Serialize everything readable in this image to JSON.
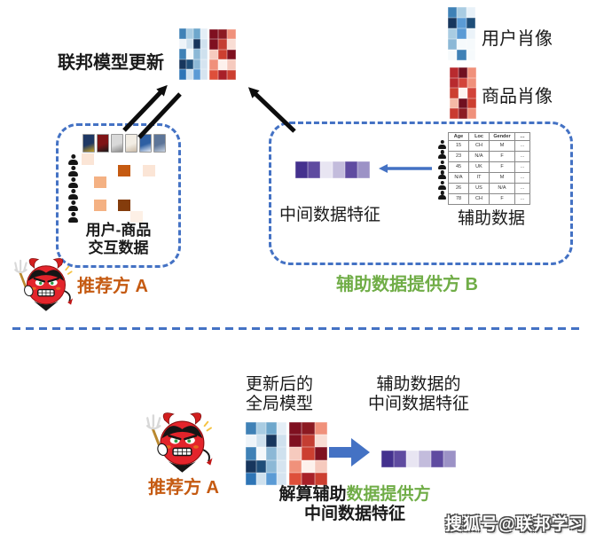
{
  "top": {
    "federated_update_label": "联邦模型更新",
    "user_portrait_label": "用户肖像",
    "item_portrait_label": "商品肖像",
    "party_a": {
      "interaction_label_line1": "用户-商品",
      "interaction_label_line2": "交互数据",
      "name": "推荐方 A"
    },
    "party_b": {
      "feature_label": "中间数据特征",
      "aux_data_label": "辅助数据",
      "name": "辅助数据提供方 B",
      "table": {
        "headers": [
          "Age",
          "Loc",
          "Gender",
          "…"
        ],
        "rows": [
          [
            "15",
            "CH",
            "M",
            "…"
          ],
          [
            "23",
            "N/A",
            "F",
            "…"
          ],
          [
            "45",
            "UK",
            "F",
            "…"
          ],
          [
            "N/A",
            "IT",
            "M",
            "…"
          ],
          [
            "26",
            "US",
            "N/A",
            "…"
          ],
          [
            "78",
            "CH",
            "F",
            "…"
          ]
        ]
      }
    }
  },
  "bottom": {
    "attacker_name": "推荐方 A",
    "global_model_label_line1": "更新后的",
    "global_model_label_line2": "全局模型",
    "feature_title_line1": "辅助数据的",
    "feature_title_line2": "中间数据特征",
    "caption_black": "解算辅助",
    "caption_green": "数据提供方",
    "caption_line2": "中间数据特征"
  },
  "watermark": "搜狐号@联邦学习",
  "colors": {
    "accent_blue": "#4472C4",
    "green": "#70AD47",
    "orange": "#C55A11",
    "arrow_black": "#0d0d0d"
  },
  "heatmaps": {
    "model_blue": [
      [
        "#3f81b6",
        "#a9cce2",
        "#6ea7cc",
        "#e4eef6"
      ],
      [
        "#eef4f9",
        "#cfe1ee",
        "#17365d",
        "#cfe1ee"
      ],
      [
        "#3f81b6",
        "#f4f8fb",
        "#8cb8d6",
        "#cfe1ee"
      ],
      [
        "#17365d",
        "#1f4e79",
        "#8cb8d6",
        "#d6e4f0"
      ],
      [
        "#2e75b6",
        "#cfe1ee",
        "#5b9bd5",
        "#d6e4f0"
      ]
    ],
    "model_red": [
      [
        "#7f1020",
        "#8c1a22",
        "#f0917b"
      ],
      [
        "#7f1020",
        "#c43e32",
        "#f9ddd4"
      ],
      [
        "#f6cabe",
        "#cc3f30",
        "#7f1020"
      ],
      [
        "#f0917b",
        "#fdf1ec",
        "#f6cabe"
      ],
      [
        "#de4f3a",
        "#a82028",
        "#cc3f30"
      ]
    ],
    "user_portrait": [
      [
        "#3f81b6",
        "#a9cce2",
        "#e8f1f8"
      ],
      [
        "#17365d",
        "#5b9bd5",
        "#1f4e79"
      ],
      [
        "#a9cce2",
        "#5b9bd5",
        "#ebf3f9"
      ],
      [
        "#8cb8d6",
        "#f6fafc",
        "#f6fafc"
      ],
      [
        "#f6fafc",
        "#3f81b6",
        "#f6fafc"
      ]
    ],
    "item_portrait": [
      [
        "#b82a2e",
        "#701020",
        "#f0917b"
      ],
      [
        "#b82a2e",
        "#d2443a",
        "#f0917b"
      ],
      [
        "#cc3f30",
        "#fdf4f0",
        "#d2443a"
      ],
      [
        "#f5b9a6",
        "#701020",
        "#cc3f30"
      ],
      [
        "#c93a30",
        "#8c1a22",
        "#f0917b"
      ]
    ],
    "feature_strip": [
      "#44318e",
      "#5f4ba0",
      "#e8e5f2",
      "#c3bcdc",
      "#5f4ba0",
      "#9c92c6"
    ],
    "interaction": [
      [
        "#fbe5d6",
        null,
        null,
        null,
        null,
        null
      ],
      [
        null,
        null,
        null,
        "#c55a11",
        null,
        "#fbe5d6"
      ],
      [
        null,
        "#f4b183",
        null,
        null,
        null,
        null
      ],
      [
        null,
        null,
        null,
        null,
        null,
        null
      ],
      [
        null,
        "#f4b183",
        null,
        "#843c0c",
        null,
        null
      ],
      [
        null,
        null,
        null,
        null,
        "#fdf0e6",
        null
      ]
    ],
    "books": [
      [
        "#1f3864",
        "#c9a227"
      ],
      [
        "#7f1416",
        "#1a1a1a"
      ],
      [
        "#d9d9d9",
        "#8a8a8a"
      ],
      [
        "#f2ede4",
        "#c9b9a6"
      ],
      [
        "#2e5fa3",
        "#e8eef8"
      ],
      [
        "#5d7598",
        "#c8d2e0"
      ]
    ]
  }
}
